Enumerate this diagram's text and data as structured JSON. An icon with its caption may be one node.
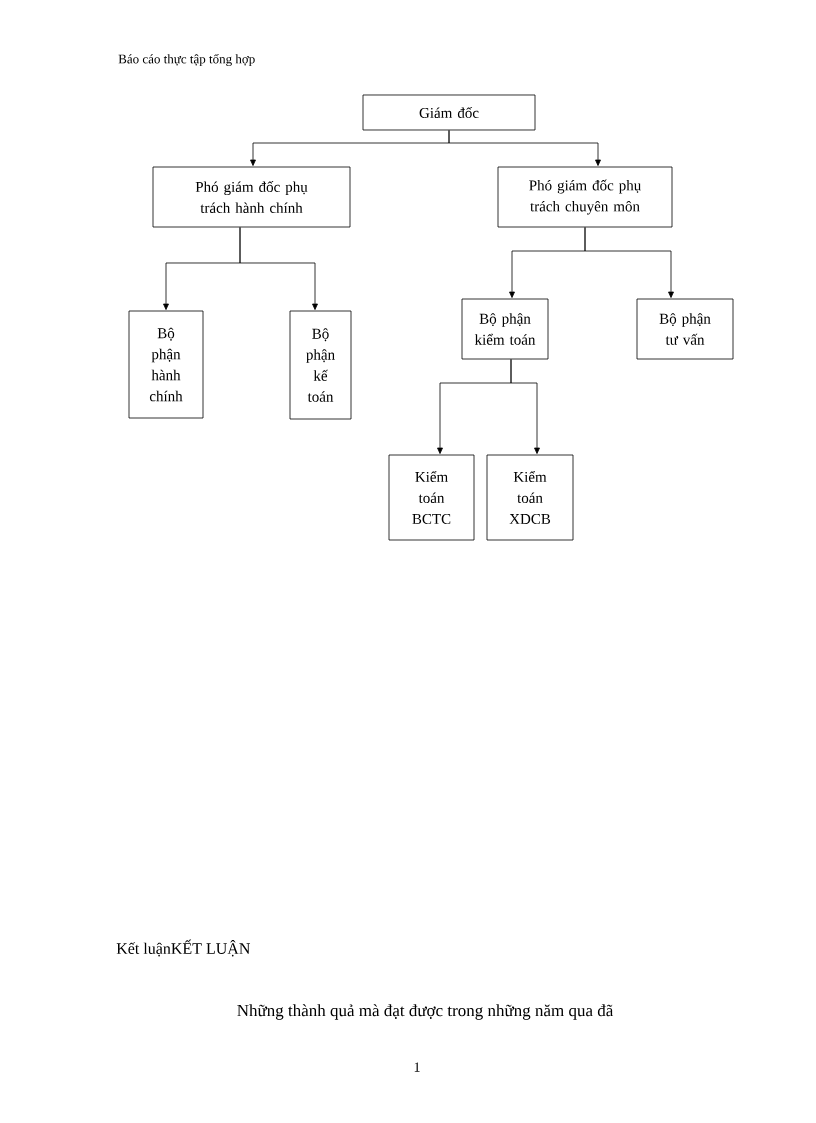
{
  "diagram": {
    "nodes": [
      {
        "text": [
          "Giám đốc"
        ]
      },
      {
        "text": [
          "Phó giám đốc phụ trách hành chính"
        ]
      },
      {
        "text": [
          "Phó giám đốc phụ trách chuyên môn"
        ]
      },
      {
        "text": [
          "Bộ phận hành chính"
        ]
      },
      {
        "text": [
          "Bộ phận kế toán"
        ]
      },
      {
        "text": [
          "Bộ phận kiểm toán"
        ]
      },
      {
        "text": [
          "Bộ phận tư vấn"
        ]
      },
      {
        "text": [
          "Kiểm toán BCTC"
        ]
      },
      {
        "text": [
          "Kiểm toán XDCB"
        ]
      }
    ],
    "edges": [
      {
        "from": 0,
        "to": 1,
        "arrow": "to"
      },
      {
        "from": 0,
        "to": 2,
        "arrow": "to"
      },
      {
        "from": 1,
        "to": 3,
        "arrow": "to"
      },
      {
        "from": 1,
        "to": 4,
        "arrow": "to"
      },
      {
        "from": 2,
        "to": 5,
        "arrow": "to"
      },
      {
        "from": 2,
        "to": 6,
        "arrow": "to"
      },
      {
        "from": 5,
        "to": 7,
        "arrow": "to"
      },
      {
        "from": 5,
        "to": 8,
        "arrow": "to"
      }
    ],
    "labels": [
      "Báo cáo thực tập tổng hợp",
      "Kết luậnKẾT LUẬN",
      "Những thành quả mà đạt được trong những năm qua đã",
      "1"
    ]
  }
}
